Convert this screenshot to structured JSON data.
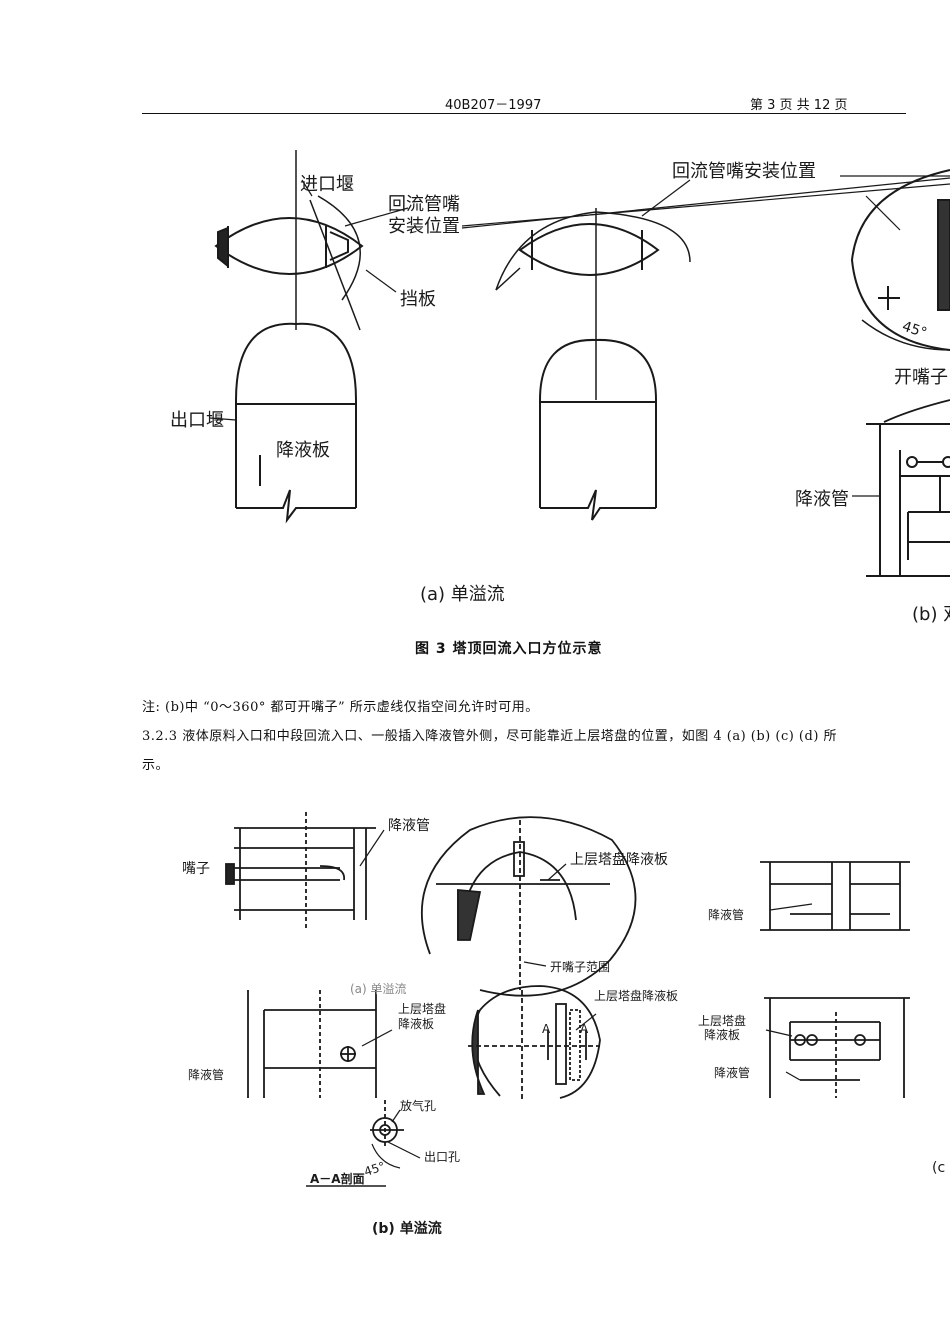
{
  "header": {
    "standard_no": "40B207－1997",
    "page_info": "第 3  页 共 12  页"
  },
  "figure3": {
    "labels": {
      "inlet_weir": "进口堰",
      "reflux_nozzle": "回流管嘴",
      "install_position": "安装位置",
      "reflux_nozzle_position": "回流管嘴安装位置",
      "baffle": "挡板",
      "outlet_weir": "出口堰",
      "downcomer_plate": "降液板",
      "opening": "开嘴子",
      "downcomer_pipe": "降液管",
      "angle": "45°"
    },
    "sub_caption_a": "(a) 单溢流",
    "sub_caption_b": "(b) 双",
    "caption": "图  3    塔顶回流入口方位示意"
  },
  "text": {
    "note": "注: (b)中 “0～360° 都可开嘴子” 所示虚线仅指空间允许时可用。",
    "para_line1": "3.2.3 液体原料入口和中段回流入口、一般插入降液管外侧，尽可能靠近上层塔盘的位置，如图 4 (a) (b) (c) (d) 所",
    "para_line2": "示。"
  },
  "figure4": {
    "labels": {
      "downcomer_pipe_top": "降液管",
      "nozzle": "嘴子",
      "upper_tray_downcomer": "上层塔盘降液板",
      "opening_range": "开嘴子范围",
      "downcomer_pipe_right": "降液管",
      "upper_tray_a": "上层塔盘",
      "upper_tray_b": "降液板",
      "downcomer_pipe_left": "降液管",
      "upper_tray_downcomer_2": "上层塔盘降液板",
      "section_a": "A",
      "upper_tray_right_a": "上层塔盘",
      "upper_tray_right_b": "降液板",
      "downcomer_pipe_right_2": "降液管",
      "vent_hole": "放气孔",
      "outlet_hole": "出口孔",
      "angle": "45°",
      "section_view": "A－A剖面",
      "faint_label": "(a) 单溢流",
      "c_mark": "(c"
    },
    "sub_caption_b": "(b) 单溢流"
  }
}
